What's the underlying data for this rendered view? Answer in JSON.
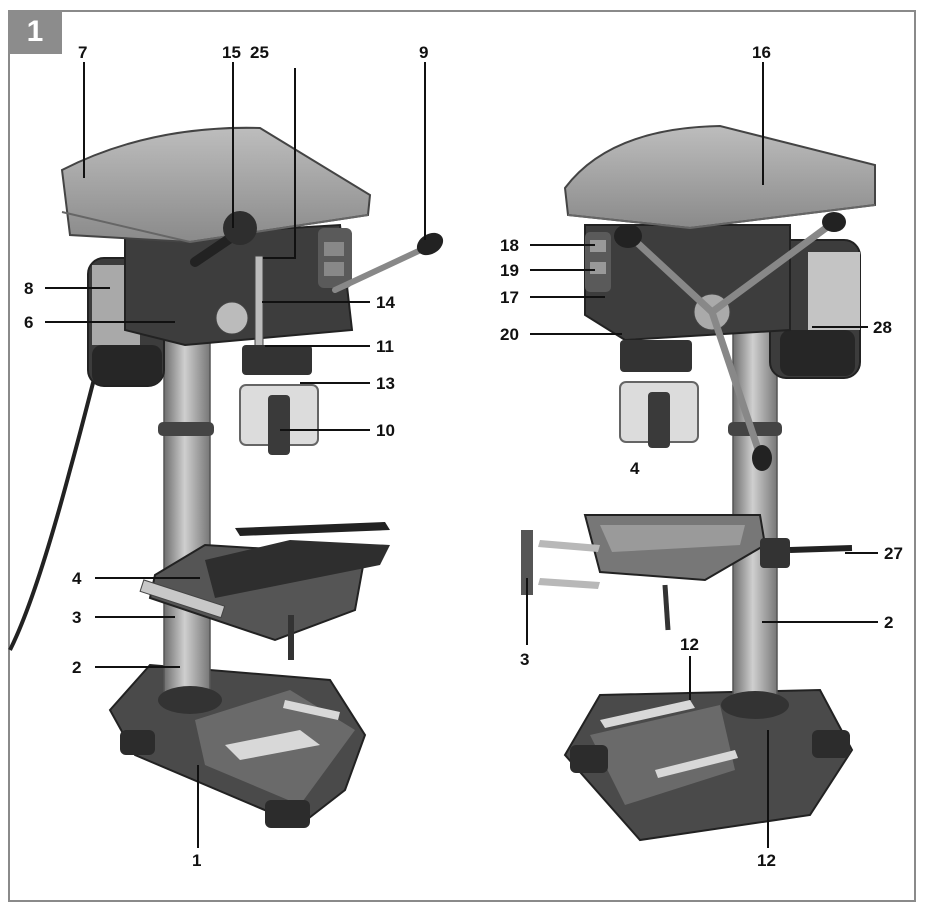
{
  "figure": {
    "number": "1"
  },
  "callouts": [
    {
      "id": "l-7",
      "text": "7"
    },
    {
      "id": "l-15",
      "text": "15"
    },
    {
      "id": "l-25",
      "text": "25"
    },
    {
      "id": "l-9",
      "text": "9"
    },
    {
      "id": "l-8",
      "text": "8"
    },
    {
      "id": "l-6",
      "text": "6"
    },
    {
      "id": "l-14",
      "text": "14"
    },
    {
      "id": "l-11",
      "text": "11"
    },
    {
      "id": "l-13",
      "text": "13"
    },
    {
      "id": "l-10",
      "text": "10"
    },
    {
      "id": "l-4a",
      "text": "4"
    },
    {
      "id": "l-3a",
      "text": "3"
    },
    {
      "id": "l-2a",
      "text": "2"
    },
    {
      "id": "l-1",
      "text": "1"
    },
    {
      "id": "l-16",
      "text": "16"
    },
    {
      "id": "l-18",
      "text": "18"
    },
    {
      "id": "l-19",
      "text": "19"
    },
    {
      "id": "l-17",
      "text": "17"
    },
    {
      "id": "l-20",
      "text": "20"
    },
    {
      "id": "l-28",
      "text": "28"
    },
    {
      "id": "l-4b",
      "text": "4"
    },
    {
      "id": "l-27",
      "text": "27"
    },
    {
      "id": "l-3b",
      "text": "3"
    },
    {
      "id": "l-2b",
      "text": "2"
    },
    {
      "id": "l-12a",
      "text": "12"
    },
    {
      "id": "l-12b",
      "text": "12"
    }
  ]
}
